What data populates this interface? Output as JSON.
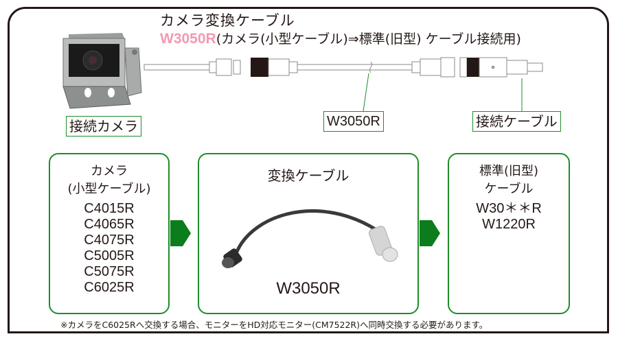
{
  "header": {
    "title": "カメラ変換ケーブル",
    "model": "W3050R",
    "subtitle_rest": "(カメラ(小型ケーブル)⇒標準(旧型) ケーブル接続用)"
  },
  "callouts": {
    "camera": "接続カメラ",
    "cable": "W3050R",
    "connect_cable": "接続ケーブル"
  },
  "boxes": {
    "left": {
      "heading": [
        "カメラ",
        "(小型ケーブル)"
      ],
      "items": [
        "C4015R",
        "C4065R",
        "C4075R",
        "C5005R",
        "C5075R",
        "C6025R"
      ]
    },
    "center": {
      "heading": "変換ケーブル",
      "model": "W3050R"
    },
    "right": {
      "heading": [
        "標準(旧型)",
        "ケーブル"
      ],
      "items": [
        "W30＊＊R",
        "W1220R"
      ]
    }
  },
  "note": "※カメラをC6025Rへ交換する場合、モニターをHD対応モニター(CM7522R)へ同時交換する必要があります。",
  "colors": {
    "accent_green": "#1e8c2a",
    "arrow_green": "#0b7d1c",
    "model_pink": "#f19ab0",
    "frame": "#231815"
  }
}
